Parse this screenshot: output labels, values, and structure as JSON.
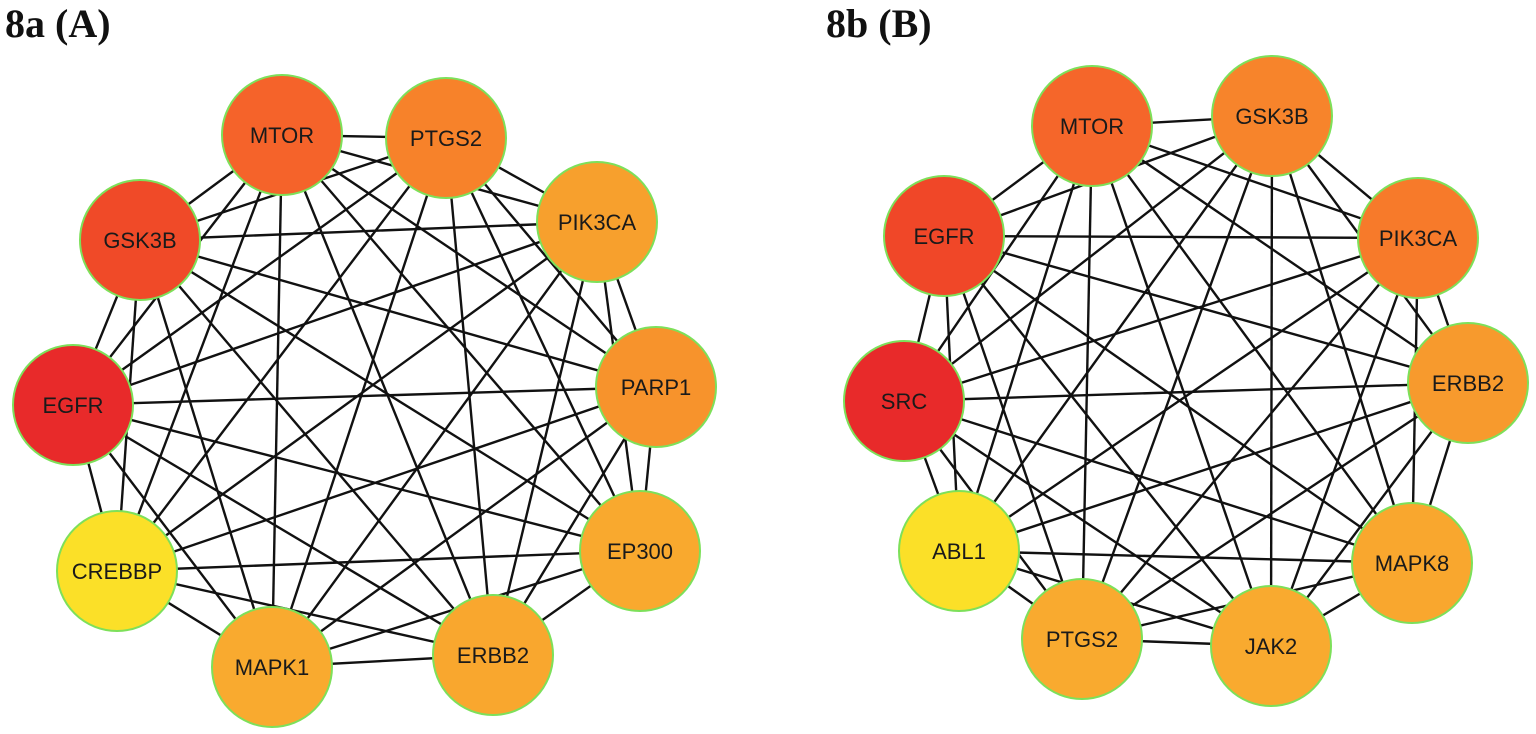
{
  "panels": [
    {
      "title": "8a (A)",
      "nodes": [
        {
          "label": "MTOR",
          "color": "#f5632a"
        },
        {
          "label": "PTGS2",
          "color": "#f7822a"
        },
        {
          "label": "PIK3CA",
          "color": "#f7a02d"
        },
        {
          "label": "GSK3B",
          "color": "#f04a28"
        },
        {
          "label": "PARP1",
          "color": "#f7932c"
        },
        {
          "label": "EGFR",
          "color": "#e82a2a"
        },
        {
          "label": "EP300",
          "color": "#f9a92e"
        },
        {
          "label": "CREBBP",
          "color": "#fbe028"
        },
        {
          "label": "MAPK1",
          "color": "#f9aa2f"
        },
        {
          "label": "ERBB2",
          "color": "#f9a72e"
        }
      ]
    },
    {
      "title": "8b (B)",
      "nodes": [
        {
          "label": "MTOR",
          "color": "#f5662a"
        },
        {
          "label": "GSK3B",
          "color": "#f7842b"
        },
        {
          "label": "EGFR",
          "color": "#f04728"
        },
        {
          "label": "PIK3CA",
          "color": "#f77a2a"
        },
        {
          "label": "SRC",
          "color": "#e82a2a"
        },
        {
          "label": "ERBB2",
          "color": "#f79a2d"
        },
        {
          "label": "ABL1",
          "color": "#fbe028"
        },
        {
          "label": "MAPK8",
          "color": "#f9a72e"
        },
        {
          "label": "PTGS2",
          "color": "#f9aa2f"
        },
        {
          "label": "JAK2",
          "color": "#f9aa2f"
        }
      ]
    }
  ]
}
